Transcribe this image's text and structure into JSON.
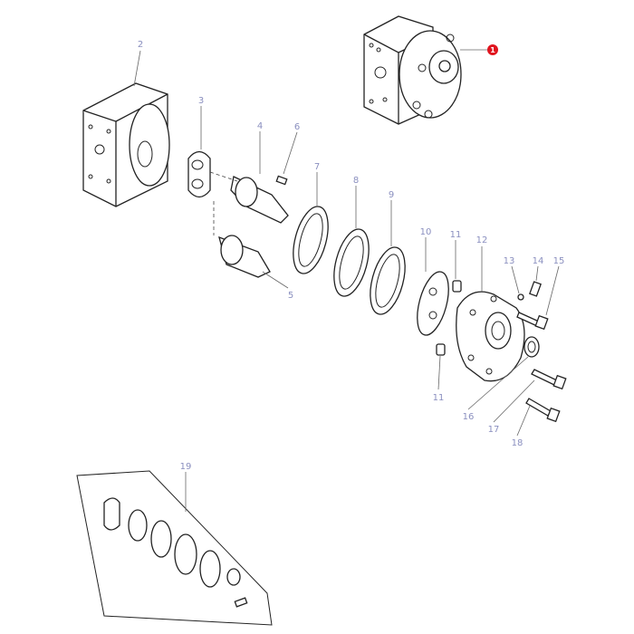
{
  "diagram": {
    "highlight_color": "#e0141e",
    "label_color": "#8a8fbf",
    "callouts": {
      "c1": "1",
      "c2": "2",
      "c3": "3",
      "c4": "4",
      "c5": "5",
      "c6": "6",
      "c7": "7",
      "c8": "8",
      "c9": "9",
      "c10": "10",
      "c11a": "11",
      "c11b": "11",
      "c12": "12",
      "c13": "13",
      "c14": "14",
      "c15": "15",
      "c16": "16",
      "c17": "17",
      "c18": "18",
      "c19": "19"
    }
  }
}
